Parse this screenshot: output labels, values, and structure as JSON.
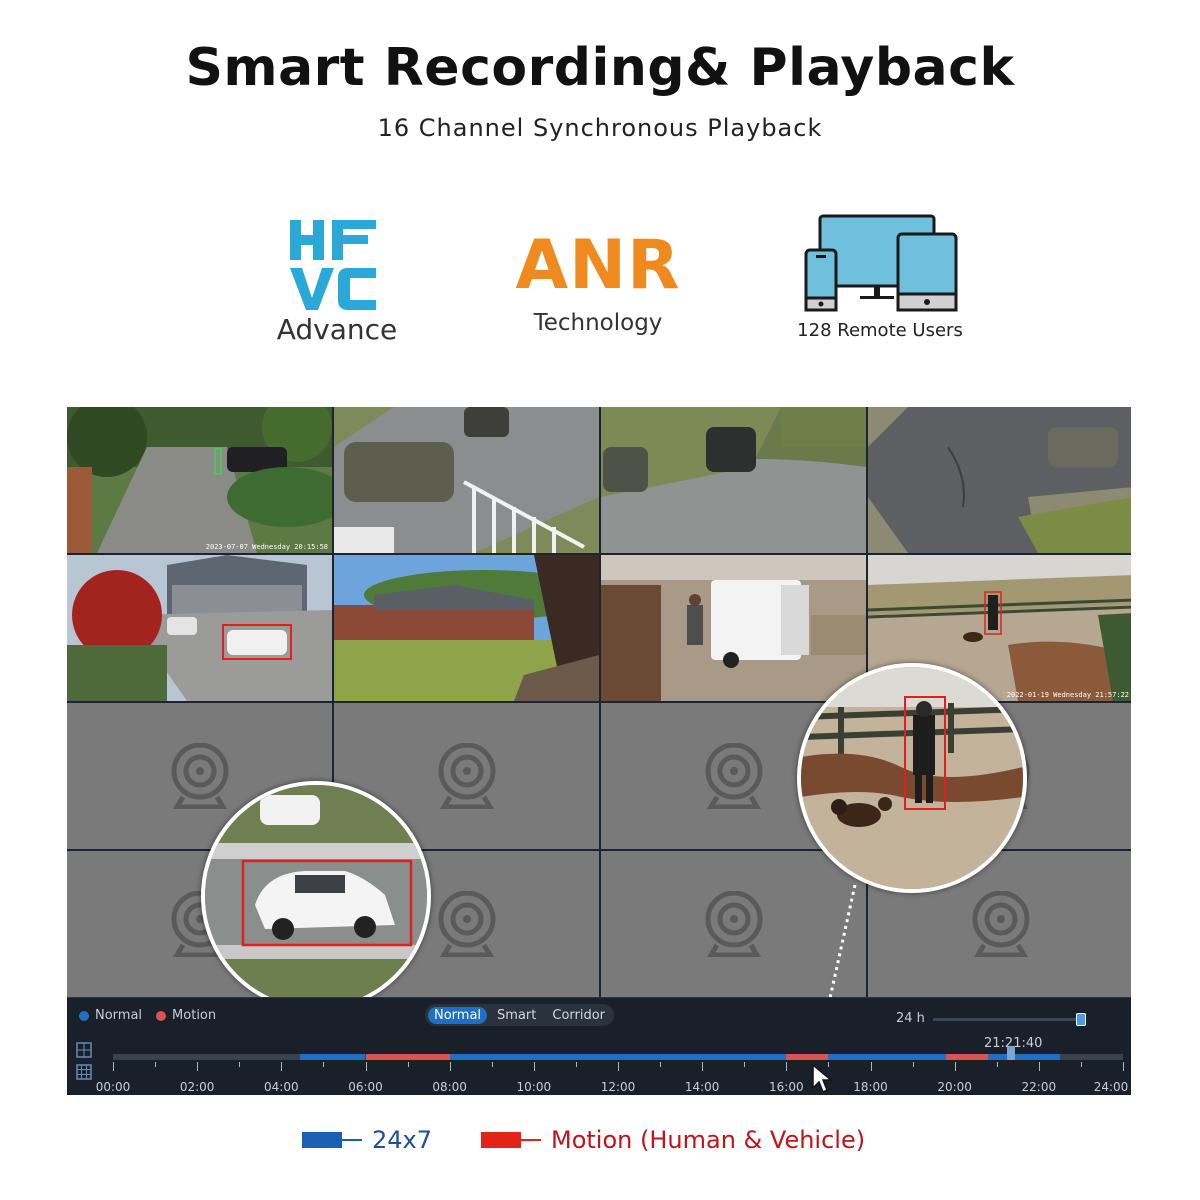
{
  "header": {
    "title": "Smart Recording& Playback",
    "subtitle": "16 Channel Synchronous Playback"
  },
  "features": {
    "hevc": {
      "logo_top": "HE",
      "logo_bottom": "VC",
      "caption": "Advance",
      "color": "#2aa8d8"
    },
    "anr": {
      "logo": "ANR",
      "caption": "Technology",
      "color": "#f08a1f"
    },
    "users": {
      "caption": "128 Remote Users",
      "icon": "devices-icon",
      "color": "#6fc0dc"
    }
  },
  "grid": {
    "channels": 16,
    "timestamps": {
      "ch1": "2023-07-07 Wednesday 20:15:58",
      "ch8": "2022-01-19 Wednesday 21:57:22"
    },
    "placeholder_icon": "camera-icon"
  },
  "timeline": {
    "legend": [
      {
        "label": "Normal",
        "color": "#1f6fc4"
      },
      {
        "label": "Motion",
        "color": "#d9534f"
      }
    ],
    "modes": [
      "Normal",
      "Smart",
      "Corridor"
    ],
    "active_mode": "Normal",
    "zoom_label": "24 h",
    "current_time": "21:21:40",
    "hours": [
      "00:00",
      "02:00",
      "04:00",
      "06:00",
      "08:00",
      "10:00",
      "12:00",
      "14:00",
      "16:00",
      "18:00",
      "20:00",
      "22:00",
      "24:00"
    ],
    "recording_segments": [
      {
        "type": "normal",
        "start_h": 4.45,
        "end_h": 6.0
      },
      {
        "type": "motion",
        "start_h": 6.0,
        "end_h": 8.0
      },
      {
        "type": "normal",
        "start_h": 8.0,
        "end_h": 16.0
      },
      {
        "type": "motion",
        "start_h": 16.0,
        "end_h": 17.0
      },
      {
        "type": "normal",
        "start_h": 17.0,
        "end_h": 19.8
      },
      {
        "type": "motion",
        "start_h": 19.8,
        "end_h": 20.8
      },
      {
        "type": "normal",
        "start_h": 20.8,
        "end_h": 22.5
      }
    ]
  },
  "bottom_legend": {
    "continuous": {
      "label": "24x7",
      "color": "#1a5fb4"
    },
    "motion": {
      "label": "Motion (Human & Vehicle)",
      "color": "#e2231a"
    }
  }
}
